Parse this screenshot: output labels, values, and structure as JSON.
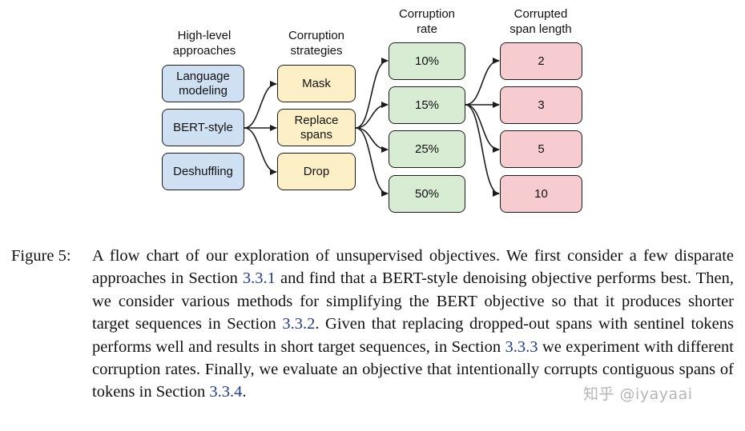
{
  "figure": {
    "columns": {
      "approaches": "High-level\napproaches",
      "strategies": "Corruption\nstrategies",
      "rate": "Corruption\nrate",
      "span": "Corrupted\nspan length"
    },
    "approaches": [
      "Language\nmodeling",
      "BERT-style",
      "Deshuffling"
    ],
    "strategies": [
      "Mask",
      "Replace\nspans",
      "Drop"
    ],
    "rates": [
      "10%",
      "15%",
      "25%",
      "50%"
    ],
    "span_lengths": [
      "2",
      "3",
      "5",
      "10"
    ],
    "colors": {
      "approaches": "#cfe0f3",
      "strategies": "#fdf0c6",
      "rates": "#d7ecd2",
      "span_lengths": "#f6ccd0"
    }
  },
  "caption": {
    "label": "Figure 5:",
    "t1": "A flow chart of our exploration of unsupervised objectives. We first consider a few disparate approaches in Section ",
    "ref1": "3.3.1",
    "t2": " and find that a BERT-style denoising objective performs best. Then, we consider various methods for simplifying the BERT objective so that it produces shorter target sequences in Section ",
    "ref2": "3.3.2",
    "t3": ". Given that replacing dropped-out spans with sentinel tokens performs well and results in short target sequences, in Section ",
    "ref3": "3.3.3",
    "t4": " we experiment with different corruption rates. Finally, we evaluate an objective that intentionally corrupts contiguous spans of tokens in Section ",
    "ref4": "3.3.4",
    "t5": "."
  },
  "watermark": "知乎 @iyayaai"
}
